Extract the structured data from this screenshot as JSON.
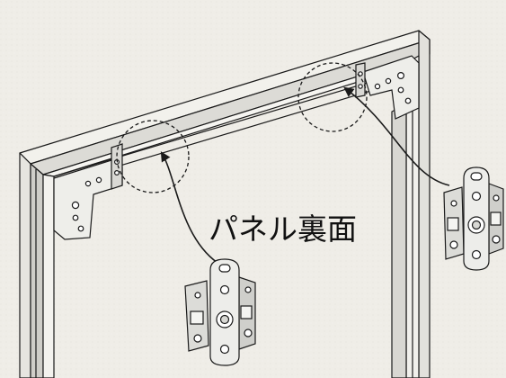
{
  "diagram": {
    "label": "パネル裏面",
    "callouts": [
      {
        "id": "left-corner-bracket-callout"
      },
      {
        "id": "right-corner-bracket-callout"
      }
    ],
    "colors": {
      "background": "#efede7",
      "line": "#1a1a1a",
      "frame_face": "#f4f3ef",
      "frame_shadow": "#c9c8c3",
      "bracket_fill": "#e9e9e6"
    }
  }
}
